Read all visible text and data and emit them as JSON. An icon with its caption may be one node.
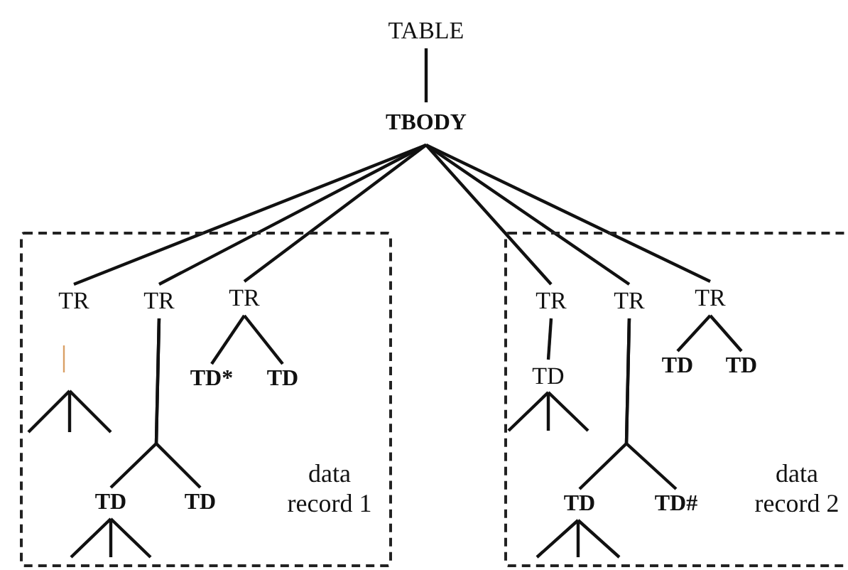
{
  "diagram": {
    "nodes": [
      {
        "text": [
          "TABLE"
        ]
      },
      {
        "text": [
          "TBODY"
        ]
      },
      {
        "text": [
          "data record 1"
        ]
      },
      {
        "text": [
          "TR"
        ],
        "in": 2
      },
      {
        "text": [
          "TR"
        ],
        "in": 2
      },
      {
        "text": [
          "TR"
        ],
        "in": 2
      },
      {
        "text": [
          "TD*"
        ],
        "in": 2
      },
      {
        "text": [
          "TD"
        ],
        "in": 2
      },
      {
        "text": [
          "TD"
        ],
        "in": 2
      },
      {
        "text": [
          "TD"
        ],
        "in": 2
      },
      {
        "text": [
          "data record 2"
        ]
      },
      {
        "text": [
          "TR"
        ],
        "in": 10
      },
      {
        "text": [
          "TR"
        ],
        "in": 10
      },
      {
        "text": [
          "TR"
        ],
        "in": 10
      },
      {
        "text": [
          "TD"
        ],
        "in": 10
      },
      {
        "text": [
          "TD"
        ],
        "in": 10
      },
      {
        "text": [
          "TD"
        ],
        "in": 10
      },
      {
        "text": [
          "TD"
        ],
        "in": 10
      },
      {
        "text": [
          "TD#"
        ],
        "in": 10
      }
    ],
    "edges": [
      {
        "from": 0,
        "to": 1,
        "arrow": "none"
      },
      {
        "from": 1,
        "to": 3,
        "arrow": "none"
      },
      {
        "from": 1,
        "to": 4,
        "arrow": "none"
      },
      {
        "from": 1,
        "to": 5,
        "arrow": "none"
      },
      {
        "from": 1,
        "to": 11,
        "arrow": "none"
      },
      {
        "from": 1,
        "to": 12,
        "arrow": "none"
      },
      {
        "from": 1,
        "to": 13,
        "arrow": "none"
      },
      {
        "from": 4,
        "to": 8,
        "arrow": "none"
      },
      {
        "from": 4,
        "to": 9,
        "arrow": "none"
      },
      {
        "from": 5,
        "to": 6,
        "arrow": "none"
      },
      {
        "from": 5,
        "to": 7,
        "arrow": "none"
      },
      {
        "from": 11,
        "to": 14,
        "arrow": "none"
      },
      {
        "from": 12,
        "to": 17,
        "arrow": "none"
      },
      {
        "from": 12,
        "to": 18,
        "arrow": "none"
      },
      {
        "from": 13,
        "to": 15,
        "arrow": "none"
      },
      {
        "from": 13,
        "to": 16,
        "arrow": "none"
      }
    ]
  }
}
